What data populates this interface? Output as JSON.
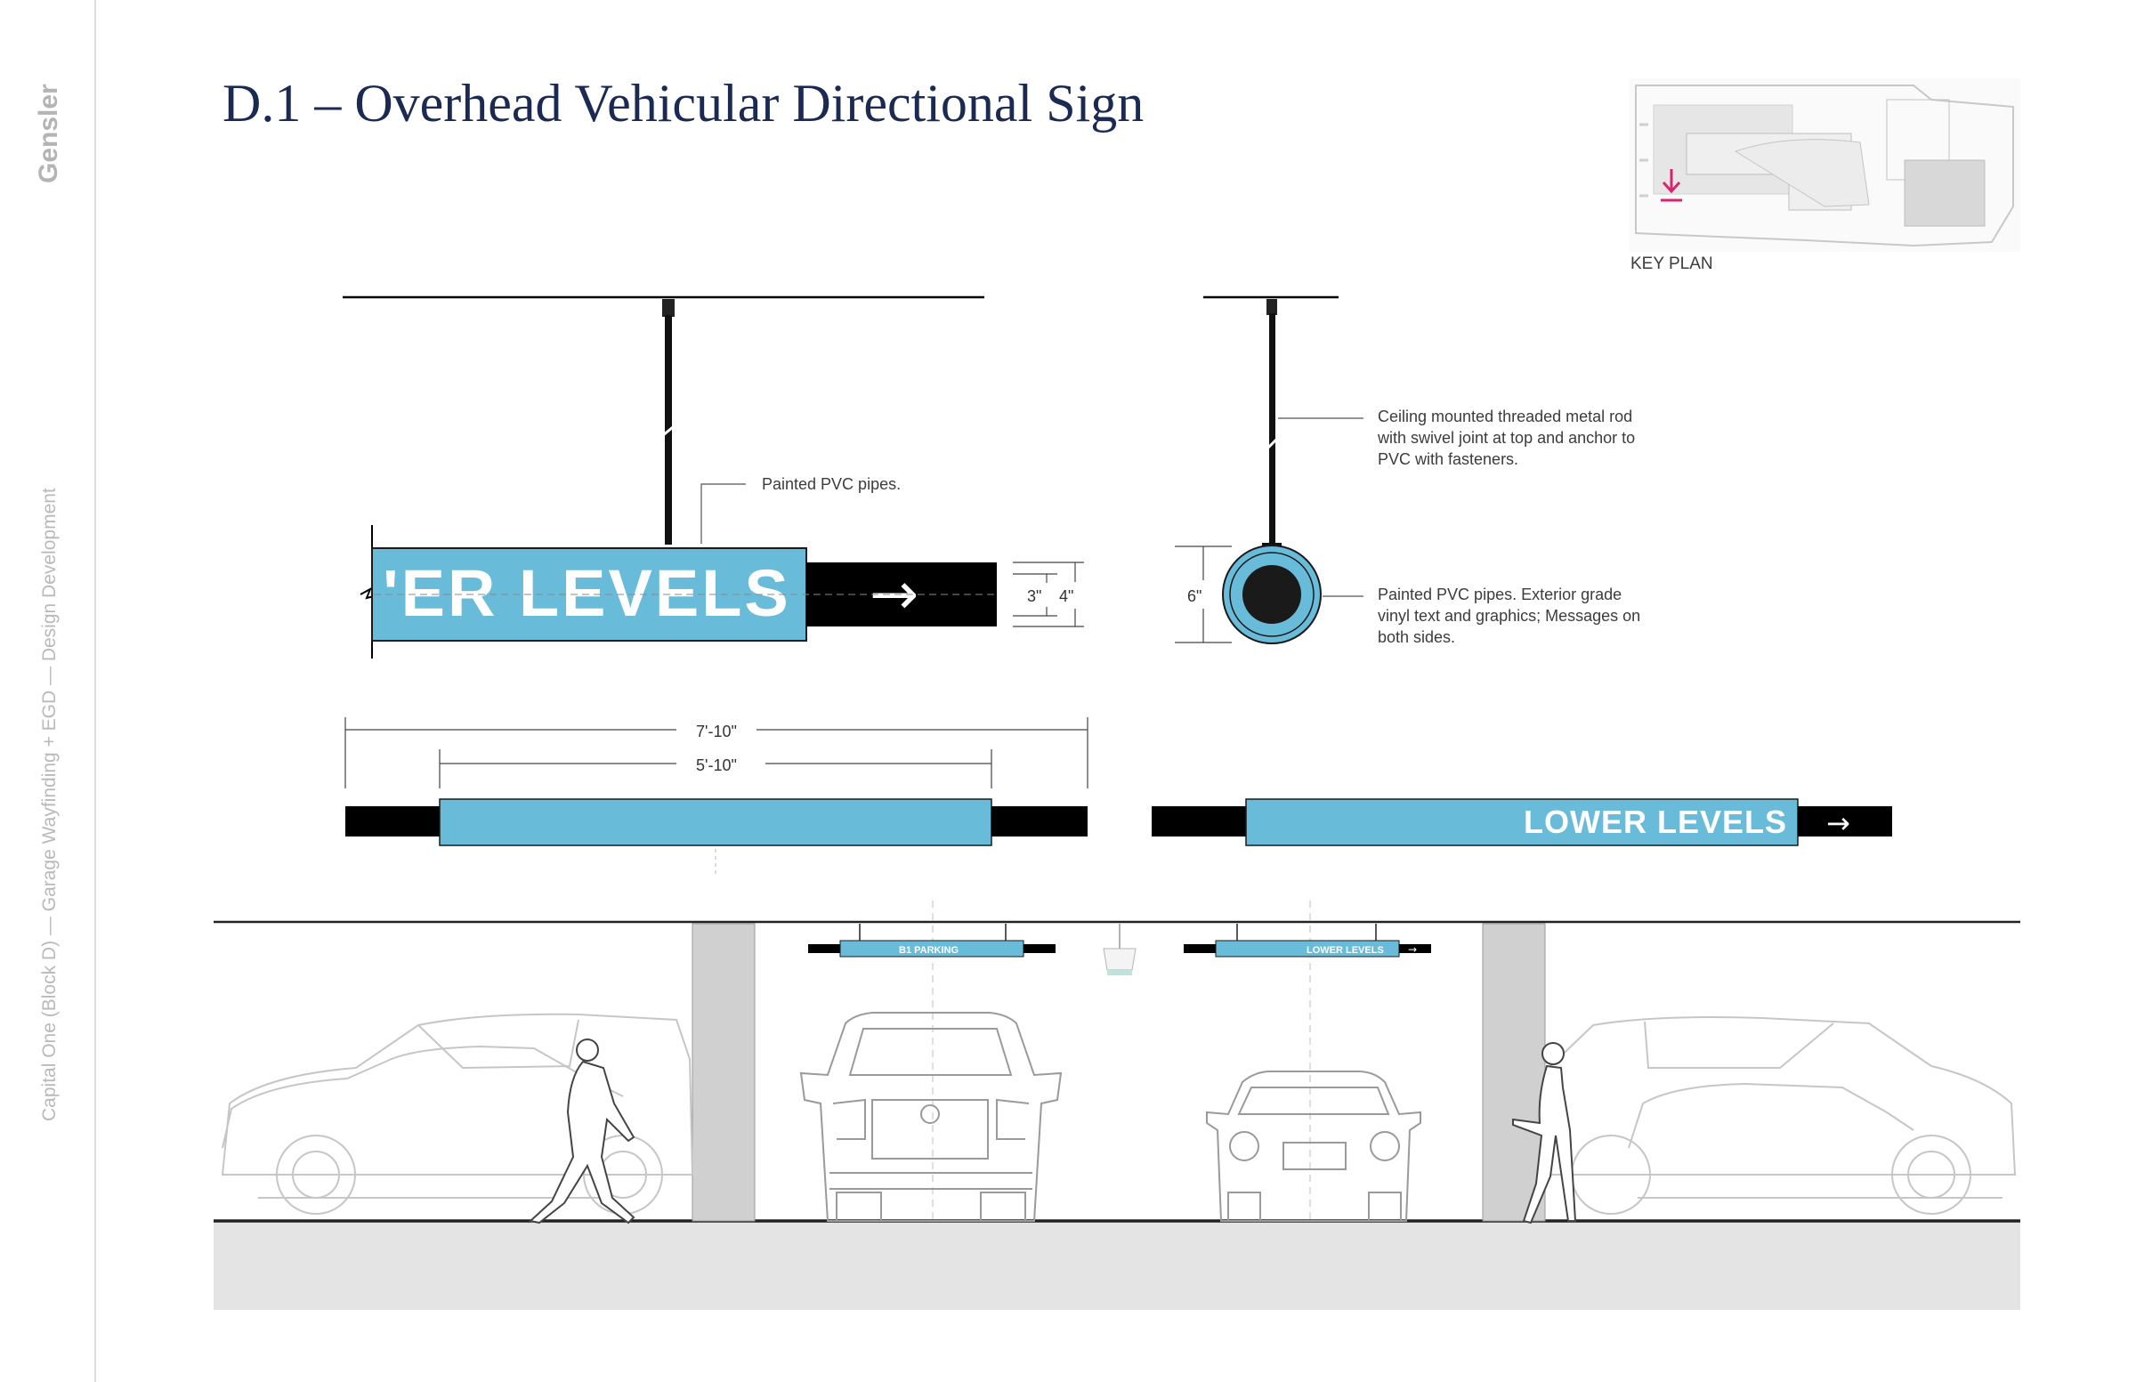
{
  "brand": {
    "name": "Gensler"
  },
  "sidebar": {
    "project_line": "Capital One (Block D) — Garage Wayfinding + EGD — Design Development"
  },
  "page": {
    "title": "D.1 – Overhead Vehicular Directional Sign"
  },
  "key_plan": {
    "label": "KEY PLAN",
    "marker_color": "#d6246e"
  },
  "detail": {
    "sign_text_partial": "'ER LEVELS",
    "arrow_glyph": "→",
    "dim_3": "3\"",
    "dim_4": "4\"",
    "dim_6": "6\"",
    "note_pvc_top": "Painted PVC pipes.",
    "note_rod": "Ceiling mounted threaded metal rod\nwith swivel joint at top and anchor to\nPVC with fasteners.",
    "note_pvc_section": "Painted PVC pipes. Exterior grade\nvinyl text and graphics; Messages on\nboth sides."
  },
  "elevation": {
    "dim_overall": "7'-10\"",
    "dim_inner": "5'-10\"",
    "sign_message": "LOWER LEVELS",
    "arrow_glyph": "→"
  },
  "garage_section": {
    "sign_left": "B1 PARKING",
    "sign_right": "LOWER LEVELS",
    "arrow_glyph": "→"
  },
  "colors": {
    "title_navy": "#1b2a52",
    "sign_blue": "#69bcd9",
    "sign_black": "#000000",
    "outline_grey": "#c6c6c6",
    "column_grey": "#d0d0d0",
    "floor_grey": "#e4e4e4"
  }
}
